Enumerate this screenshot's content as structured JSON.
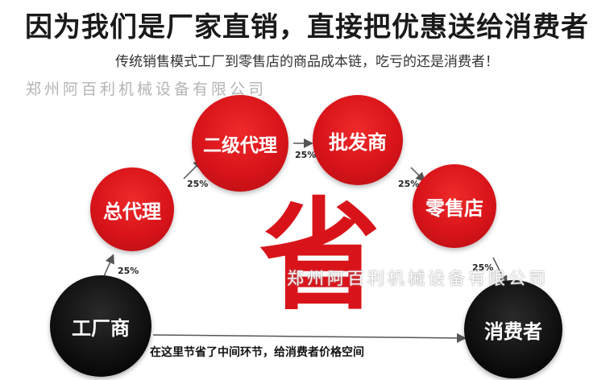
{
  "header": {
    "headline": "因为我们是厂家直销，直接把优惠送给消费者",
    "subline": "传统销售模式工厂到零售店的商品成本链，吃亏的还是消费者！"
  },
  "watermark": {
    "text": "郑州阿百利机械设备有限公司"
  },
  "center_mark": "省",
  "nodes": {
    "factory": "工厂商",
    "general_agent": "总代理",
    "secondary_agent": "二级代理",
    "wholesaler": "批发商",
    "retailer": "零售店",
    "consumer": "消费者"
  },
  "markups": {
    "factory_to_general": "25%",
    "general_to_secondary": "25%",
    "secondary_to_wholesaler": "25%",
    "wholesaler_to_retailer": "25%",
    "retailer_to_consumer": "25%"
  },
  "bottom_note": "在这里节省了中间环节，给消费者价格空间",
  "colors": {
    "node_red": "#d8141a",
    "node_black": "#000000",
    "text_dark": "#1a1a1a"
  }
}
